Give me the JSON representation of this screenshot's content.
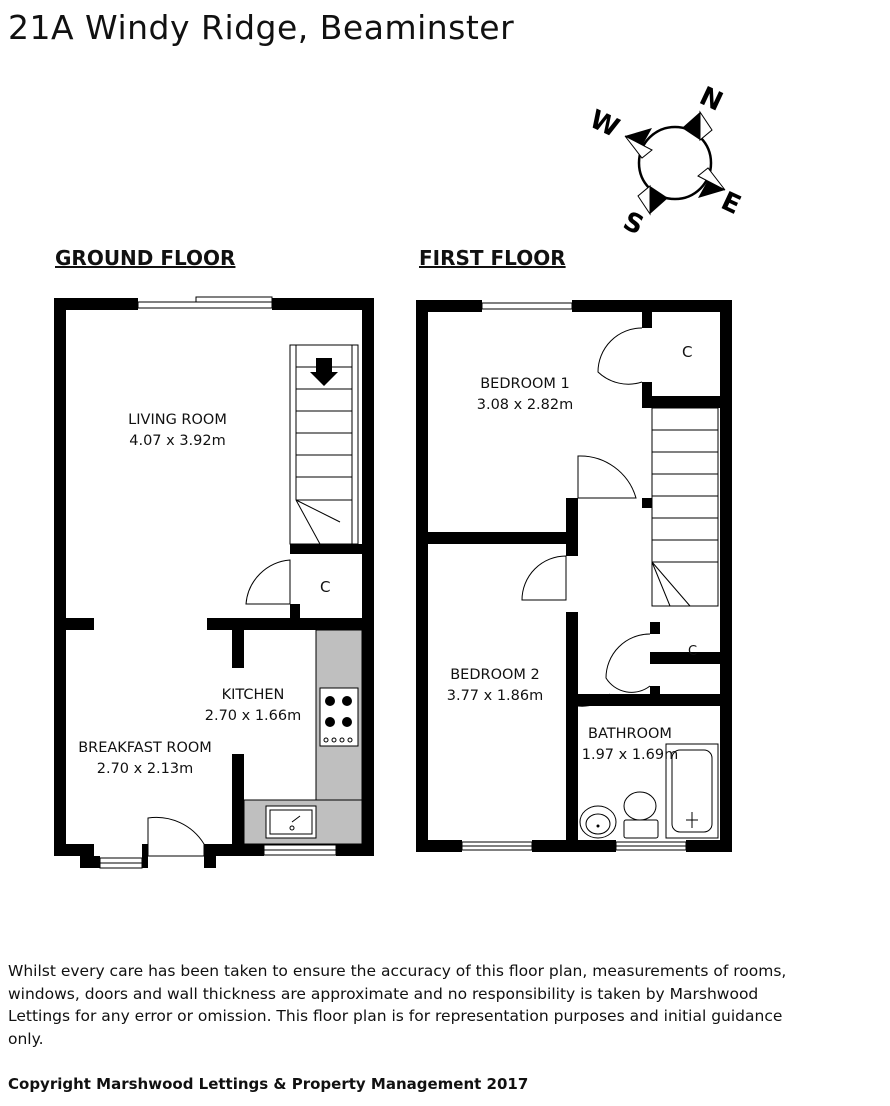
{
  "title": "21A Windy Ridge, Beaminster",
  "compass": {
    "n": "N",
    "e": "E",
    "s": "S",
    "w": "W"
  },
  "ground_floor": {
    "heading": "GROUND FLOOR",
    "living_room": {
      "name": "LIVING ROOM",
      "size": "4.07 x 3.92m"
    },
    "cupboard": "C",
    "kitchen": {
      "name": "KITCHEN",
      "size": "2.70 x 1.66m"
    },
    "breakfast_room": {
      "name": "BREAKFAST ROOM",
      "size": "2.70 x 2.13m"
    }
  },
  "first_floor": {
    "heading": "FIRST FLOOR",
    "bedroom1": {
      "name": "BEDROOM 1",
      "size": "3.08 x 2.82m"
    },
    "cupboard": "C",
    "cupboard2": "C",
    "bedroom2": {
      "name": "BEDROOM 2",
      "size": "3.77 x 1.86m"
    },
    "bathroom": {
      "name": "BATHROOM",
      "size": "1.97 x 1.69m"
    }
  },
  "disclaimer": "Whilst every care has been taken to ensure the accuracy of this floor plan, measurements of rooms, windows, doors and wall thickness are approximate and no responsibility is taken by Marshwood Lettings for any error or omission.  This floor plan is for representation purposes and initial guidance only.",
  "copyright": "Copyright Marshwood Lettings & Property Management 2017",
  "colors": {
    "wall": "#000000",
    "worktop": "#bfbfbf"
  }
}
